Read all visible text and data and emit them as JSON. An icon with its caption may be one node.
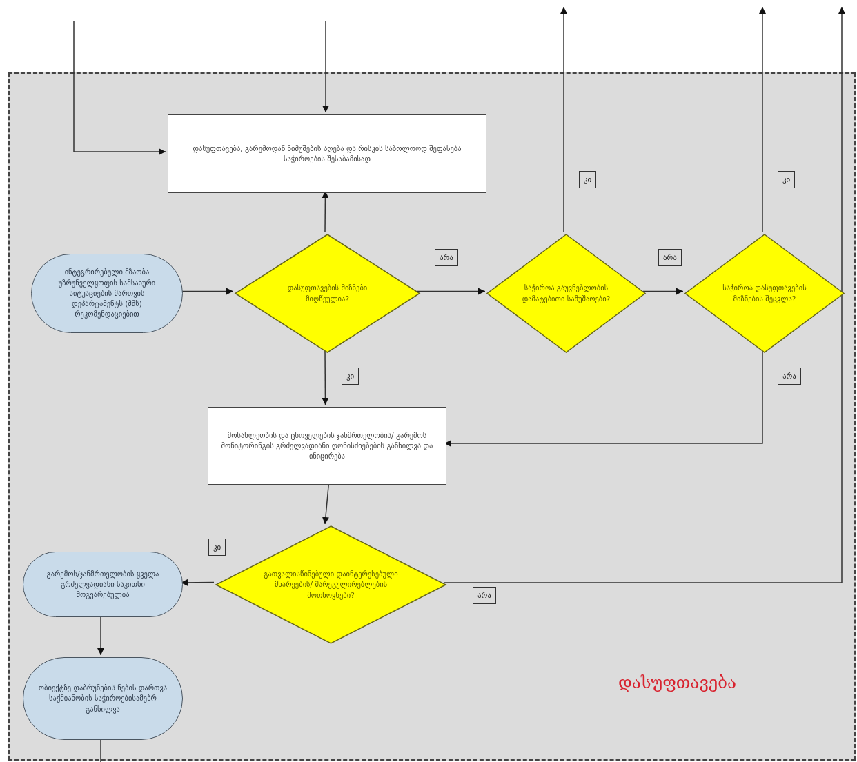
{
  "diagram": {
    "nodes": [
      {
        "text": [
          "დასუფთავება"
        ]
      },
      {
        "text": [
          "დასუფთავება, გარემოდან ნიმუშების აღება და რისკის საბოლოოდ შეფასება საჭიროების შესაბამისად"
        ],
        "in": 0
      },
      {
        "text": [
          "ინტეგრირებული მზაობა უზრუნველყოფის სამსახური სიტუაციების მართვის დეპარტამენტს (მმს) რეკომენდაციებით"
        ],
        "in": 0
      },
      {
        "text": [
          "დასუფთავების მიზნები მიღწეულია?"
        ],
        "in": 0
      },
      {
        "text": [
          "საჭიროა გაუვნებლობის დამატებითი სამუშაოები?"
        ],
        "in": 0
      },
      {
        "text": [
          "საჭიროა დასუფთავების მიზნების შეცვლა?"
        ],
        "in": 0
      },
      {
        "text": [
          "მოსახლეობის და ცხოველების ჯანმრთელობის/ გარემოს მონიტორინგის გრძელვადიანი ღონისძიებების განხილვა და ინიცირება"
        ],
        "in": 0
      },
      {
        "text": [
          "გათვალისწინებული დაინტერესებული მხარეების/ მარეგულირებლების მოთხოვნები?"
        ],
        "in": 0
      },
      {
        "text": [
          "გარემოს/ჯანმრთელობის ყველა გრძელვადიანი საკითხი მოგვარებულია"
        ],
        "in": 0
      },
      {
        "text": [
          "ობიექტზე დაბრუნების ნების დართვა საქმიანობის საჭიროებისამებრ განხილვა"
        ],
        "in": 0
      }
    ],
    "edges": [
      {
        "from": null,
        "to": 1,
        "arrow": "to"
      },
      {
        "from": null,
        "to": 1,
        "arrow": "to"
      },
      {
        "from": 2,
        "to": 3,
        "arrow": "to"
      },
      {
        "from": 3,
        "to": 1,
        "arrow": "to"
      },
      {
        "from": 3,
        "to": 4,
        "arrow": "to",
        "label": "არა"
      },
      {
        "from": 4,
        "to": null,
        "arrow": "to",
        "label": "კი"
      },
      {
        "from": 4,
        "to": 5,
        "arrow": "to",
        "label": "არა"
      },
      {
        "from": 5,
        "to": null,
        "arrow": "to",
        "label": "კი"
      },
      {
        "from": 3,
        "to": 6,
        "arrow": "to",
        "label": "კი"
      },
      {
        "from": 5,
        "to": 6,
        "arrow": "to",
        "label": "არა"
      },
      {
        "from": 6,
        "to": 7,
        "arrow": "to"
      },
      {
        "from": 7,
        "to": 8,
        "arrow": "to",
        "label": "კი"
      },
      {
        "from": 7,
        "to": null,
        "arrow": "to",
        "label": "არა"
      },
      {
        "from": 8,
        "to": 9,
        "arrow": "to"
      },
      {
        "from": 9,
        "to": null,
        "arrow": "none"
      }
    ]
  }
}
